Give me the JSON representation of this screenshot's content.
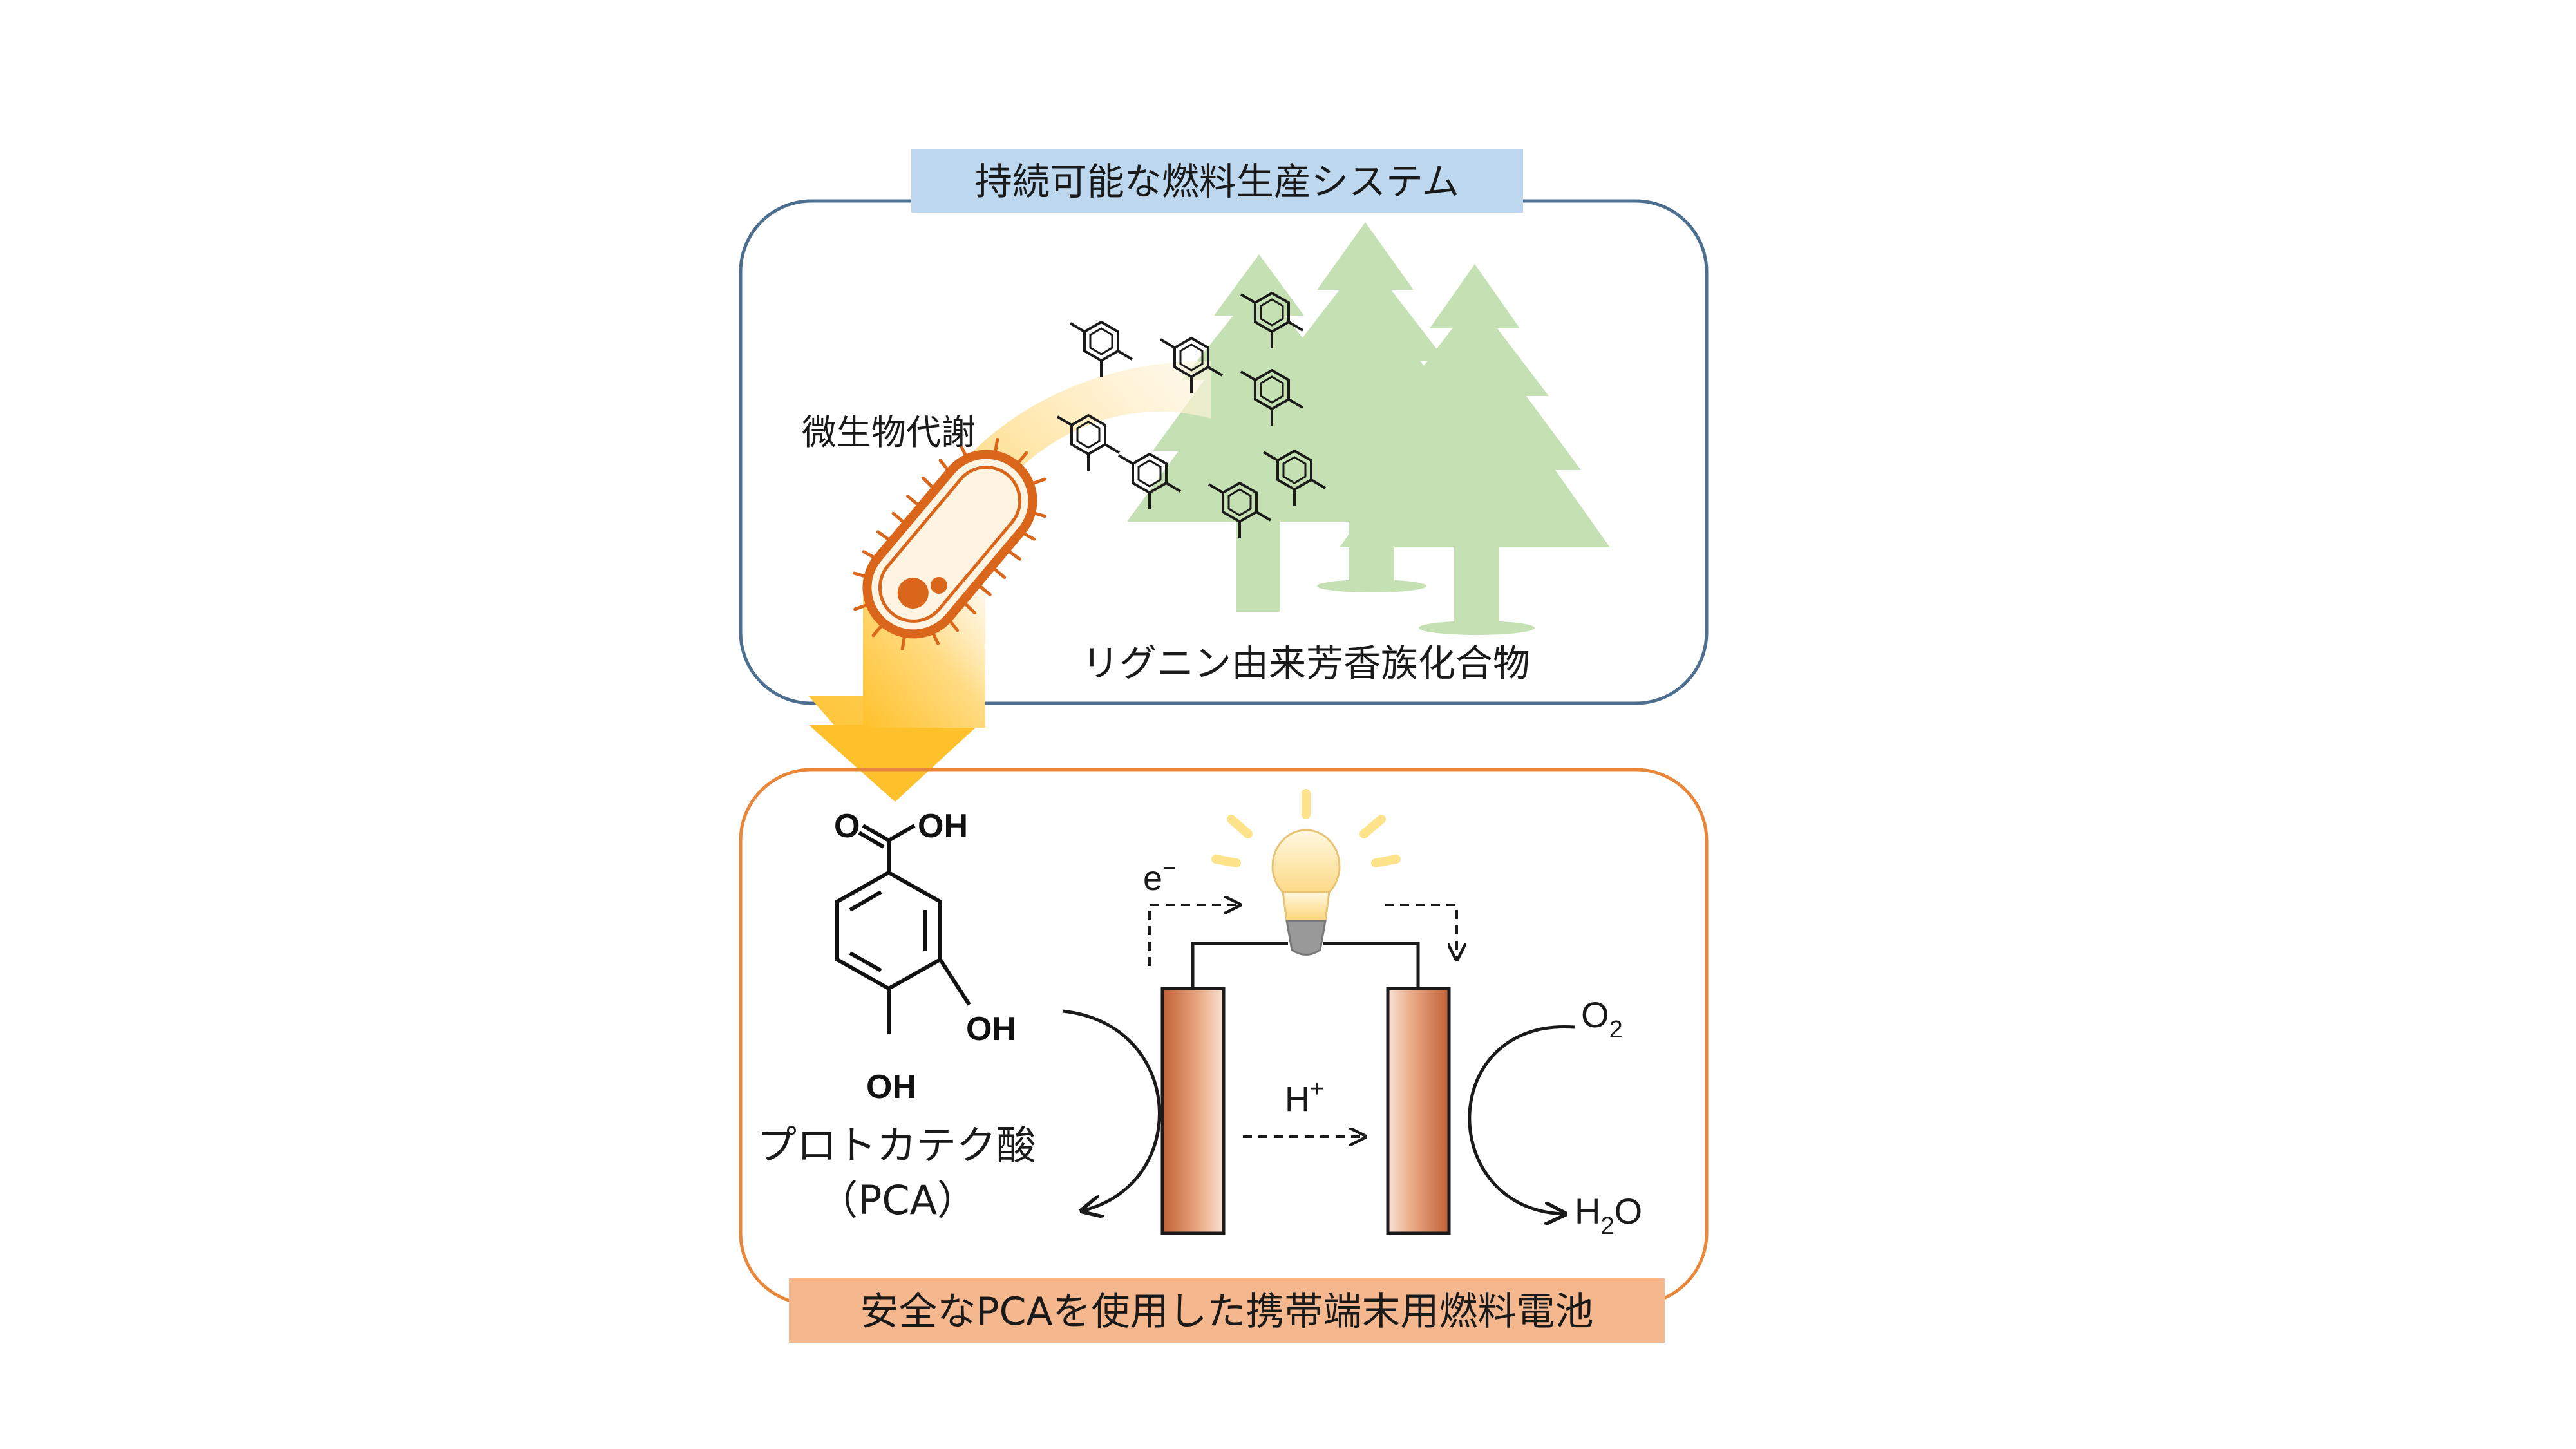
{
  "top_panel": {
    "title": "持続可能な燃料生産システム",
    "title_bg": "#bcd7ee",
    "border_color": "#4c6e8f",
    "metabolism_label": "微生物代謝",
    "lignin_label": "リグニン由来芳香族化合物",
    "tree_color": "#c5e0b3"
  },
  "bottom_panel": {
    "title": "安全なPCAを使用した携帯端末用燃料電池",
    "title_bg": "#f5b78e",
    "border_color": "#e8873a",
    "pca_name": "プロトカテク酸",
    "pca_abbrev": "（PCA）",
    "electron_label": "e",
    "electron_sup": "−",
    "proton_label": "H",
    "proton_sup": "+",
    "oxygen_label": "O",
    "oxygen_sub": "2",
    "water_label_h": "H",
    "water_sub": "2",
    "water_label_o": "O",
    "carboxyl_o": "O",
    "carboxyl_oh": "OH",
    "oh_3": "OH",
    "oh_4": "OH"
  },
  "colors": {
    "arrow_gradient_start": "#fff5e0",
    "arrow_gradient_end": "#ffc12b",
    "bacterium": "#d9661a",
    "electrode_dark": "#c4643a",
    "electrode_light": "#fbe0d2",
    "bulb": "#fde39a",
    "bulb_rays": "#ffe38a"
  }
}
